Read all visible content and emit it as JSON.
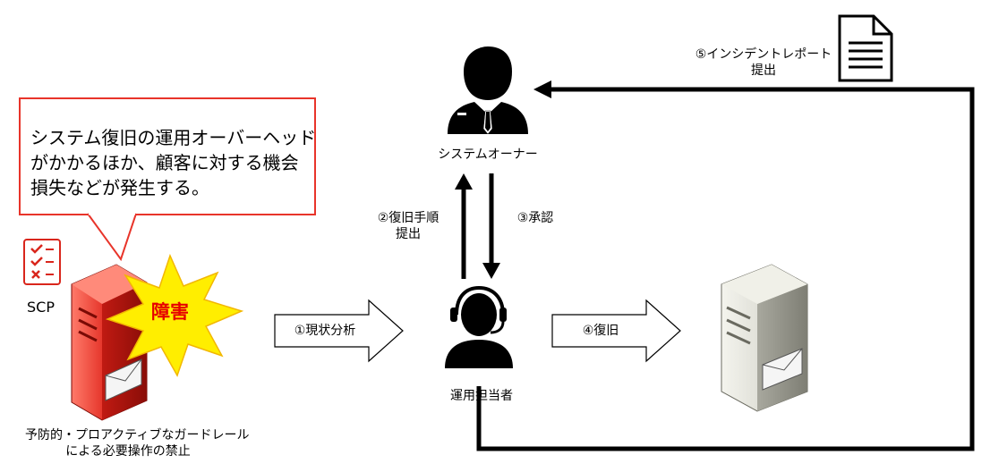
{
  "callout": {
    "lines": [
      "システム復旧の運用オーバーヘッド",
      "がかかるほか、顧客に対する機会",
      "損失などが発生する。"
    ]
  },
  "scp": {
    "label": "SCP"
  },
  "incident": {
    "burst_label": "障害"
  },
  "guardrail": {
    "lines": [
      "予防的・プロアクティブなガードレール",
      "による必要操作の禁止"
    ]
  },
  "owner": {
    "label": "システムオーナー"
  },
  "operator": {
    "label": "運用担当者"
  },
  "steps": {
    "analysis": "①現状分析",
    "submit_procedure": [
      "②復旧手順",
      "提出"
    ],
    "approve": "③承認",
    "recover": "④復旧",
    "report": [
      "⑤インシデントレポート",
      "提出"
    ]
  },
  "colors": {
    "callout_border": "#e8342a",
    "server_red": "#d9261c",
    "burst_yellow": "#ffee00",
    "burst_text": "#e60000",
    "arrow": "#000000"
  }
}
